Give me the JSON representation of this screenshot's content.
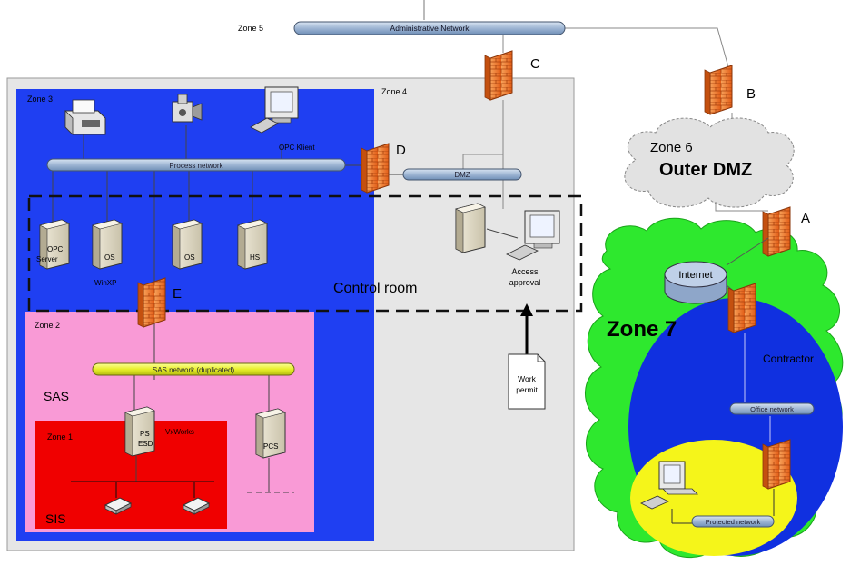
{
  "zones": {
    "zone1": "Zone 1",
    "zone2": "Zone 2",
    "zone3": "Zone 3",
    "zone4": "Zone 4",
    "zone5": "Zone 5",
    "zone6": "Zone 6",
    "zone7": "Zone 7"
  },
  "networks": {
    "administrative": "Administrative Network",
    "process": "Process network",
    "dmz": "DMZ",
    "sas": "SAS network (duplicated)",
    "office": "Office network",
    "protected": "Protected network"
  },
  "firewalls": {
    "a": "A",
    "b": "B",
    "c": "C",
    "d": "D",
    "e": "E"
  },
  "labels": {
    "outer_dmz": "Outer DMZ",
    "internet": "Internet",
    "contractor": "Contractor",
    "control_room": "Control room",
    "access_approval_1": "Access",
    "access_approval_2": "approval",
    "work_permit_1": "Work",
    "work_permit_2": "permit",
    "opc_klient": "OPC Klient",
    "sas": "SAS",
    "sis": "SIS",
    "vxworks": "VxWorks",
    "winxp": "WinXP"
  },
  "servers": {
    "opc_server_1": "OPC",
    "opc_server_2": "Server",
    "os1": "OS",
    "os2": "OS",
    "hs": "HS",
    "ps_1": "PS",
    "ps_2": "ESD",
    "pcs": "PCS"
  },
  "colors": {
    "zone3_blue": "#1f3ff2",
    "zone2_pink": "#f99ad6",
    "zone1_red": "#f00000",
    "zone4_gray": "#e6e6e6",
    "cloud_green": "#2ee82e",
    "zone7_blue": "#1030e0",
    "protected_yellow": "#f5f51a",
    "firewall_orange": "#f27b2c"
  }
}
